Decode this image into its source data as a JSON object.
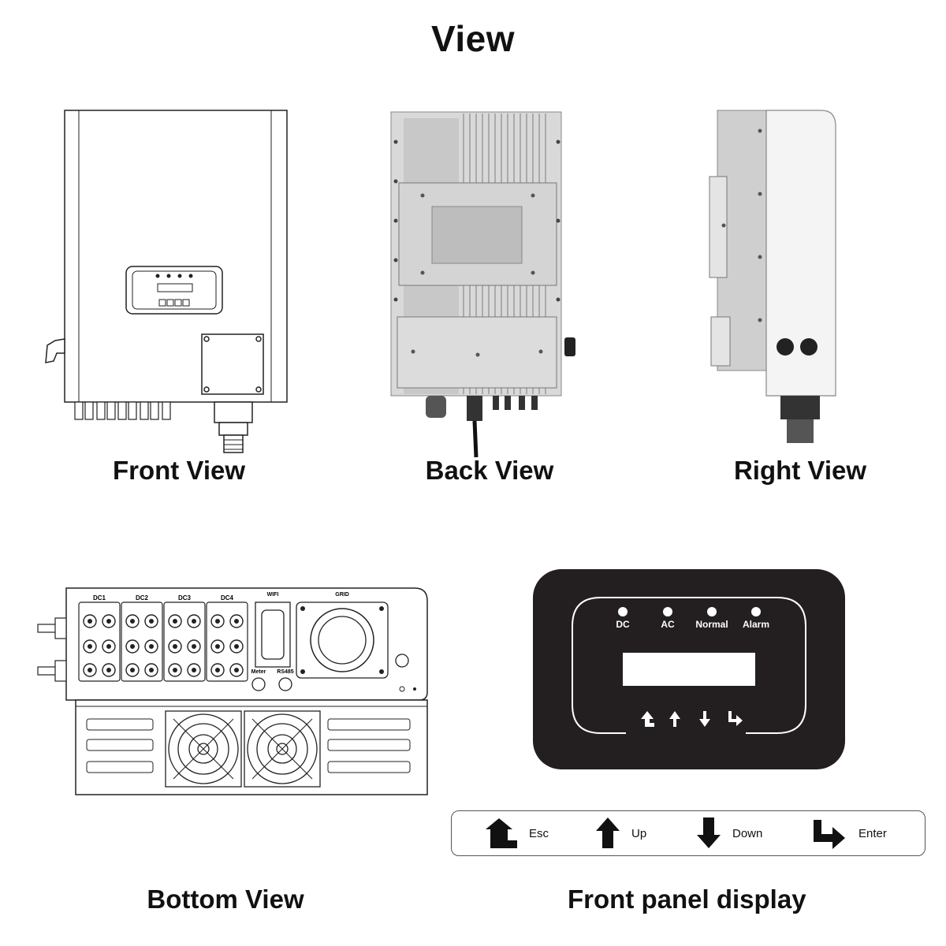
{
  "title": "View",
  "captions": {
    "front": "Front View",
    "back": "Back View",
    "right": "Right View",
    "bottom": "Bottom View",
    "panel": "Front panel display"
  },
  "bottom_labels": {
    "dc1": "DC1",
    "dc2": "DC2",
    "dc3": "DC3",
    "dc4": "DC4",
    "wifi": "WIFI",
    "grid": "GRID",
    "meter": "Meter",
    "rs485": "RS485"
  },
  "panel_leds": [
    "DC",
    "AC",
    "Normal",
    "Alarm"
  ],
  "keys": [
    {
      "icon": "esc-arrow-icon",
      "label": "Esc"
    },
    {
      "icon": "up-arrow-icon",
      "label": "Up"
    },
    {
      "icon": "down-arrow-icon",
      "label": "Down"
    },
    {
      "icon": "enter-arrow-icon",
      "label": "Enter"
    }
  ],
  "colors": {
    "panel_bg": "#231f20",
    "body_gray": "#e6e6e6"
  }
}
